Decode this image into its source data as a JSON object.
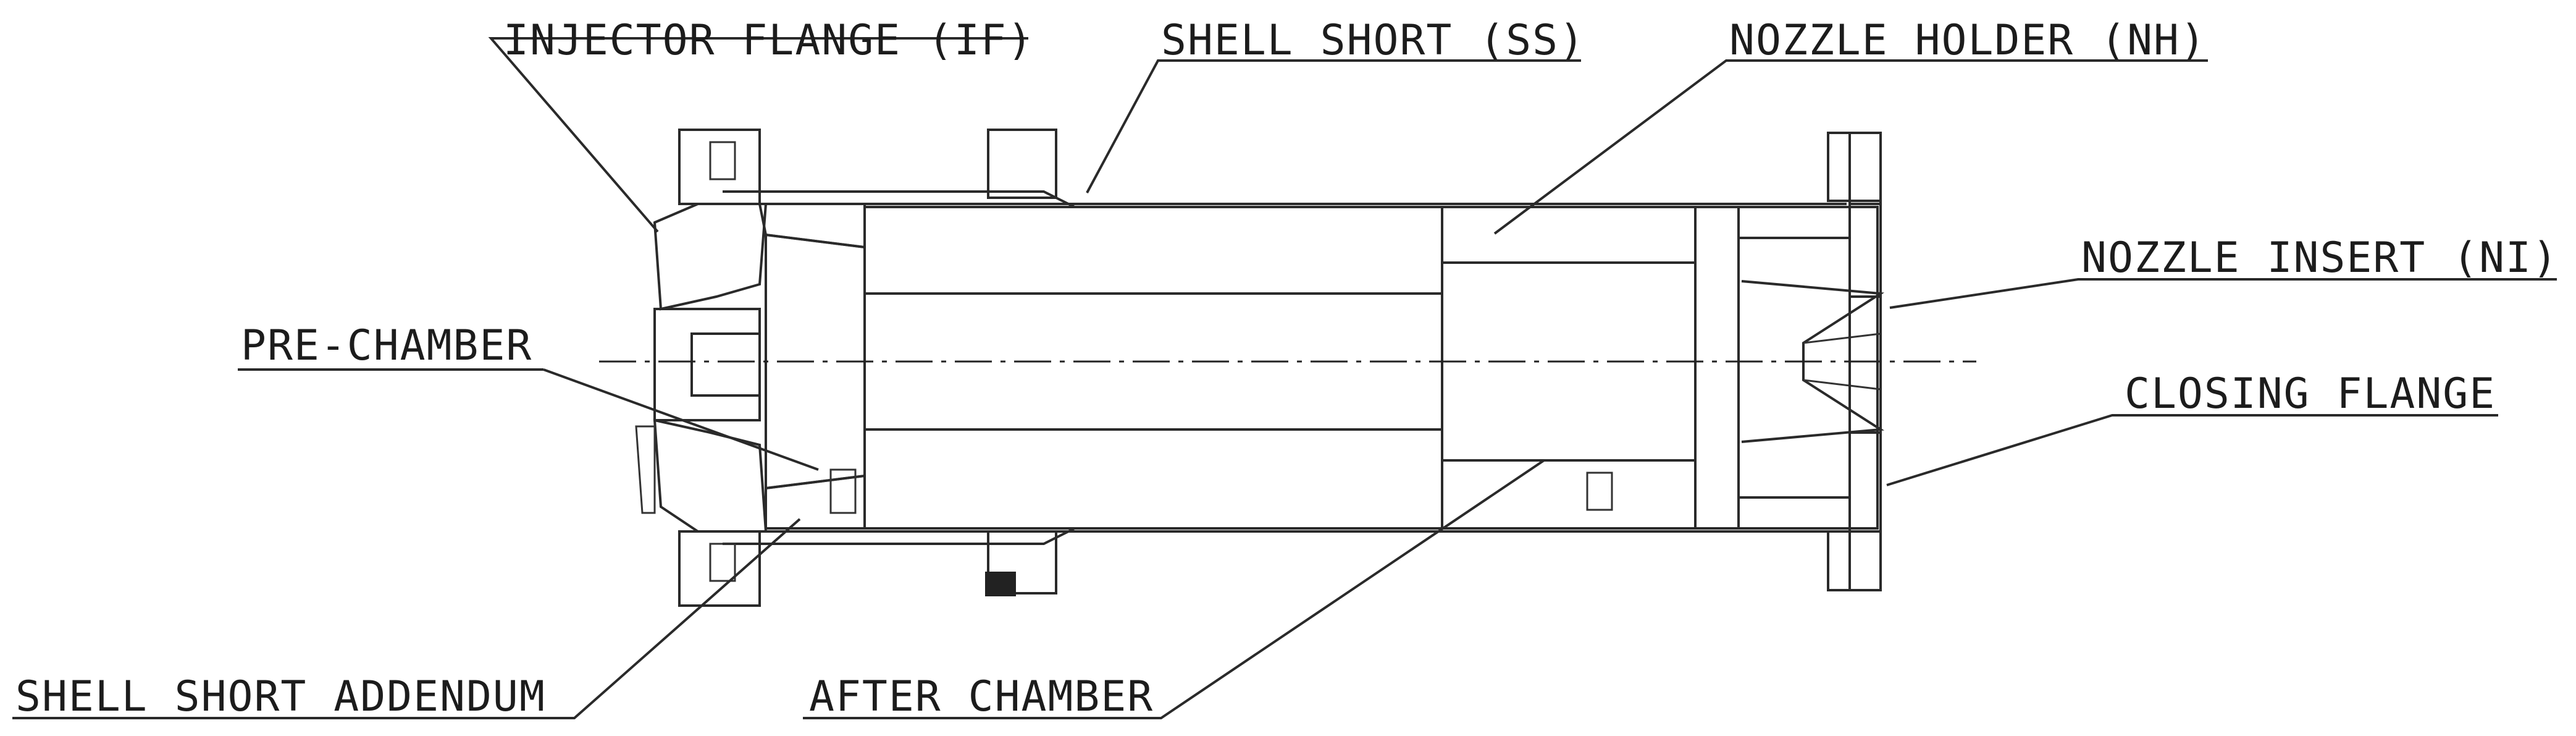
{
  "diagram": {
    "labels": {
      "injector_flange": "INJECTOR FLANGE (IF)",
      "shell_short": "SHELL SHORT (SS)",
      "nozzle_holder": "NOZZLE HOLDER (NH)",
      "nozzle_insert": "NOZZLE INSERT (NI)",
      "pre_chamber": "PRE-CHAMBER",
      "closing_flange": "CLOSING FLANGE",
      "shell_short_addendum": "SHELL SHORT ADDENDUM",
      "after_chamber": "AFTER CHAMBER"
    },
    "colors": {
      "line": "#2a2a2a",
      "text": "#1c1c1c",
      "background": "#ffffff"
    }
  }
}
